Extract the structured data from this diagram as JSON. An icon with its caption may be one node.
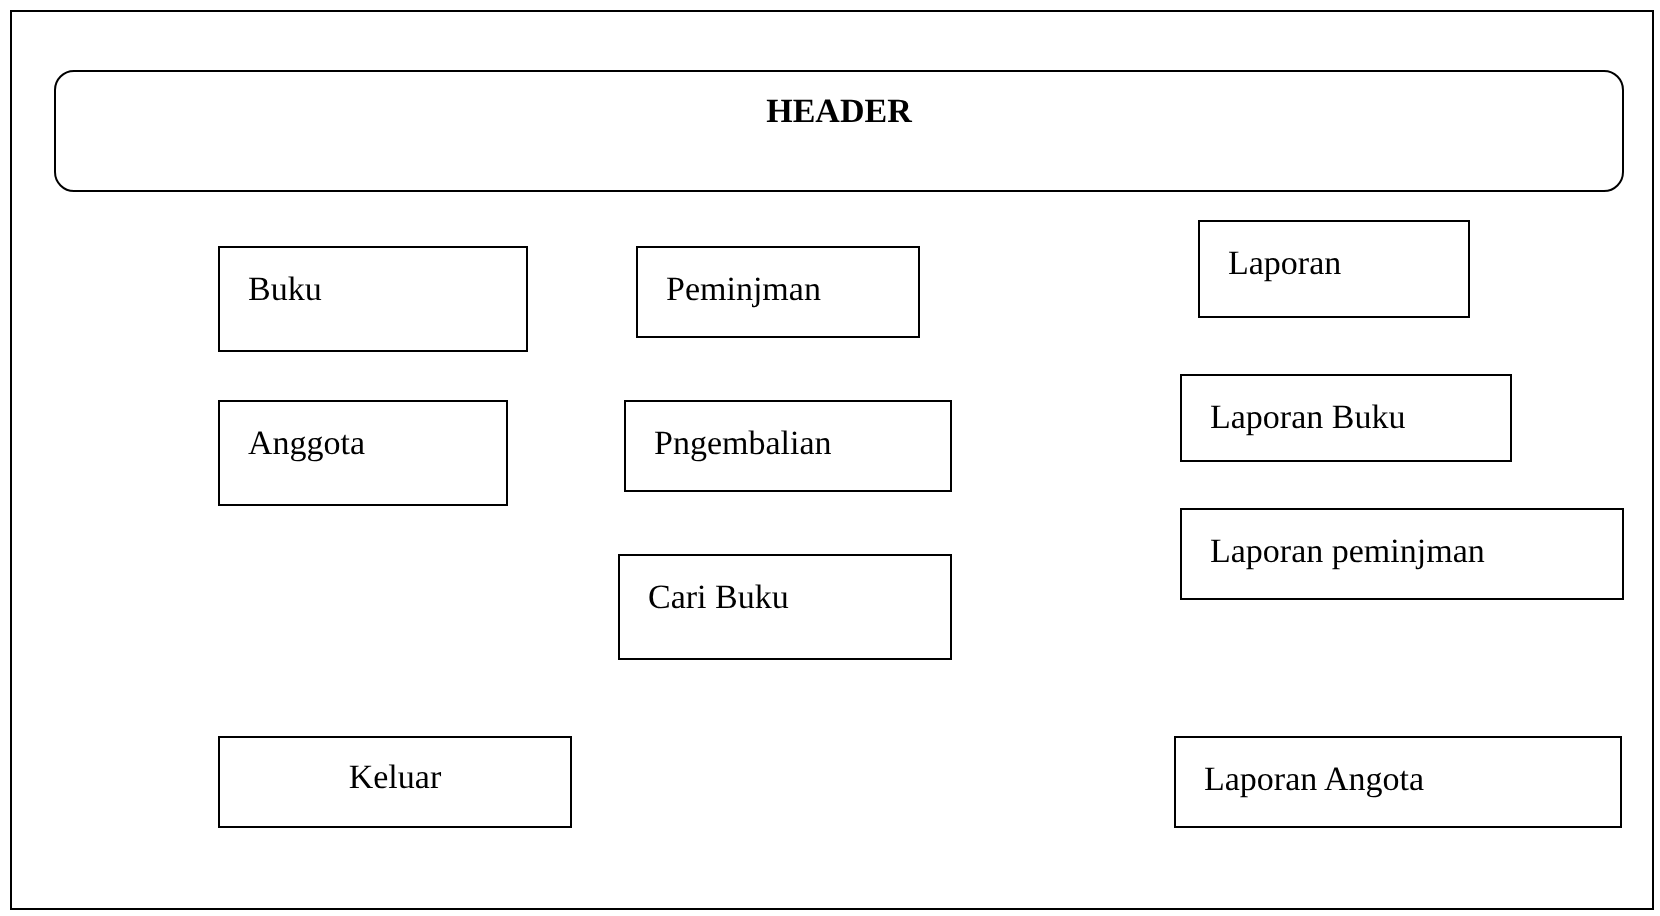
{
  "diagram": {
    "nodes": [
      {
        "text": [],
        "shape": "box"
      },
      {
        "text": [
          "HEADER"
        ],
        "in": 0
      },
      {
        "text": [
          "Buku"
        ],
        "in": 0
      },
      {
        "text": [
          "Peminjman"
        ],
        "in": 0
      },
      {
        "text": [
          "Laporan"
        ],
        "in": 0
      },
      {
        "text": [
          "Anggota"
        ],
        "in": 0
      },
      {
        "text": [
          "Pngembalian"
        ],
        "in": 0
      },
      {
        "text": [
          "Laporan Buku"
        ],
        "in": 0
      },
      {
        "text": [
          "Laporan peminjman"
        ],
        "in": 0
      },
      {
        "text": [
          "Cari Buku"
        ],
        "in": 0
      },
      {
        "text": [
          "Keluar"
        ],
        "in": 0
      },
      {
        "text": [
          "Laporan Angota"
        ],
        "in": 0
      }
    ]
  }
}
